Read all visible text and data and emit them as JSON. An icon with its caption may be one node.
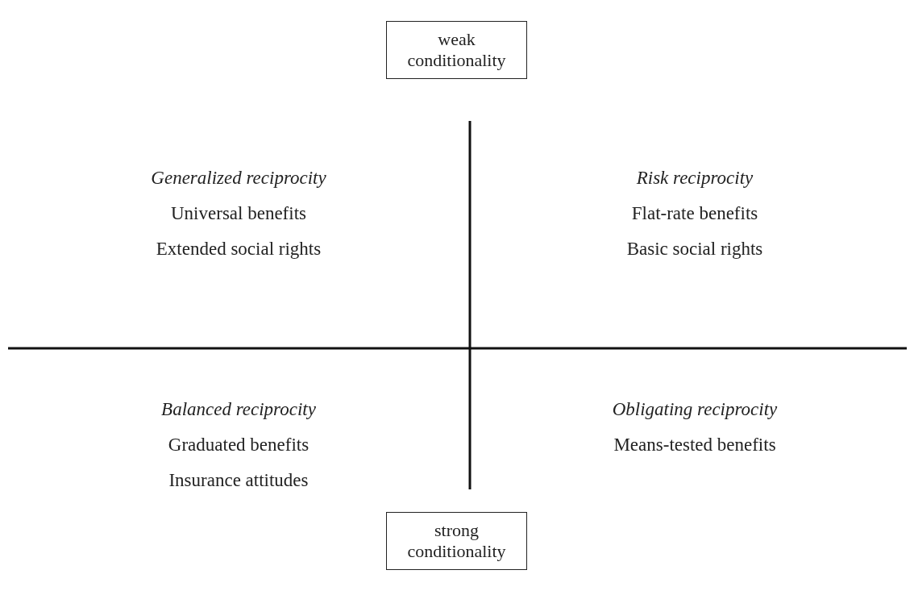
{
  "diagram": {
    "nodes": [
      {
        "text": [
          "weak conditionality"
        ]
      },
      {
        "text": [
          "strong conditionality"
        ]
      }
    ],
    "edges": [],
    "labels": [
      "Generalized reciprocity",
      "Universal benefits",
      "Extended social rights",
      "Risk reciprocity",
      "Flat-rate benefits",
      "Basic social rights",
      "Balanced reciprocity",
      "Graduated benefits",
      "Insurance attitudes",
      "Obligating reciprocity",
      "Means-tested benefits"
    ]
  }
}
